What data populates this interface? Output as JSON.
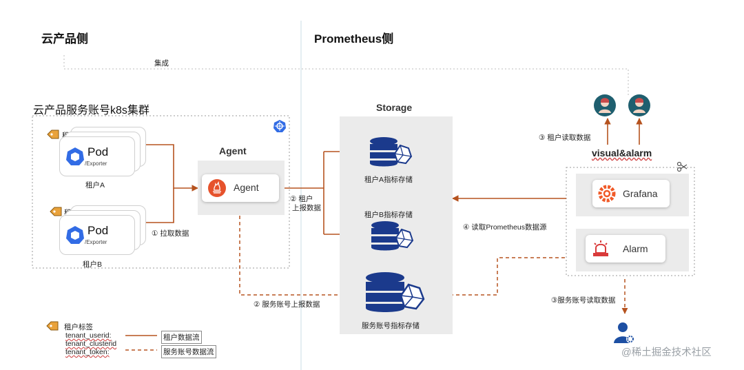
{
  "headers": {
    "cloud_side": "云产品侧",
    "prometheus_side": "Prometheus侧",
    "integration": "集成"
  },
  "cluster": {
    "title": "云产品服务账号k8s集群",
    "tenant_a_tag": "租户标签A",
    "tenant_b_tag": "租户标签B",
    "pod_label": "Pod",
    "exporter_label": "/Exporter",
    "tenant_a": "租户A",
    "tenant_b": "租户B",
    "k8s_icon": "kubernetes-icon"
  },
  "agent": {
    "title": "Agent",
    "label": "Agent",
    "icon": "prometheus-icon"
  },
  "steps": {
    "pull": "① 拉取数据",
    "tenant_report_line1": "② 租户",
    "tenant_report_line2": "上报数据",
    "service_report": "② 服务账号上报数据",
    "tenant_read": "③ 租户读取数据",
    "read_prom": "④ 读取Prometheus数据源",
    "service_read": "③服务账号读取数据"
  },
  "storage": {
    "title": "Storage",
    "tenant_a_store": "租户A指标存储",
    "tenant_b_store": "租户B指标存储",
    "service_store": "服务账号指标存储",
    "icon": "database-icon"
  },
  "visual": {
    "title": "visual&alarm",
    "grafana": "Grafana",
    "alarm": "Alarm",
    "user_icon": "user-icon"
  },
  "legend": {
    "tag_title": "租户标签",
    "tag_lines": [
      "tenant_userid:",
      "tenant_clusterid",
      "tenant_token:"
    ],
    "tenant_flow": "租户数据流",
    "service_flow": "服务账号数据流"
  },
  "watermark": "@稀土掘金技术社区",
  "colors": {
    "flow": "#b5521e",
    "accent_teal": "#1f5f6f",
    "k8s_blue": "#326ce5",
    "db_navy": "#1b3a8c"
  }
}
